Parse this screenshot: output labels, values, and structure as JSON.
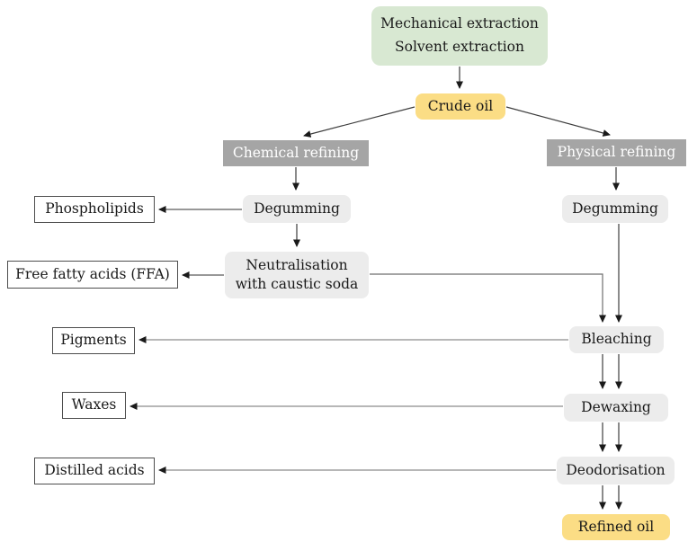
{
  "diagram": {
    "type": "flowchart",
    "subject": "Edible oil extraction and refining process",
    "nodes": {
      "extraction": {
        "line1": "Mechanical extraction",
        "line2": "Solvent extraction"
      },
      "crude_oil": {
        "label": "Crude oil"
      },
      "chemical_refining": {
        "label": "Chemical refining"
      },
      "physical_refining": {
        "label": "Physical refining"
      },
      "degumming_chemical": {
        "label": "Degumming"
      },
      "degumming_physical": {
        "label": "Degumming"
      },
      "neutralisation": {
        "line1": "Neutralisation",
        "line2": "with caustic soda"
      },
      "bleaching": {
        "label": "Bleaching"
      },
      "dewaxing": {
        "label": "Dewaxing"
      },
      "deodorisation": {
        "label": "Deodorisation"
      },
      "refined_oil": {
        "label": "Refined oil"
      },
      "phospholipids": {
        "label": "Phospholipids"
      },
      "free_fatty_acids": {
        "label": "Free fatty acids (FFA)"
      },
      "pigments": {
        "label": "Pigments"
      },
      "waxes": {
        "label": "Waxes"
      },
      "distilled_acids": {
        "label": "Distilled acids"
      }
    },
    "edges": [
      {
        "from": "extraction",
        "to": "crude_oil"
      },
      {
        "from": "crude_oil",
        "to": "chemical_refining"
      },
      {
        "from": "crude_oil",
        "to": "physical_refining"
      },
      {
        "from": "chemical_refining",
        "to": "degumming_chemical"
      },
      {
        "from": "degumming_chemical",
        "to": "phospholipids"
      },
      {
        "from": "degumming_chemical",
        "to": "neutralisation"
      },
      {
        "from": "neutralisation",
        "to": "free_fatty_acids"
      },
      {
        "from": "neutralisation",
        "to": "bleaching"
      },
      {
        "from": "physical_refining",
        "to": "degumming_physical"
      },
      {
        "from": "degumming_physical",
        "to": "bleaching"
      },
      {
        "from": "bleaching",
        "to": "pigments"
      },
      {
        "from": "bleaching",
        "to": "dewaxing",
        "note": "double line"
      },
      {
        "from": "dewaxing",
        "to": "waxes"
      },
      {
        "from": "dewaxing",
        "to": "deodorisation",
        "note": "double line"
      },
      {
        "from": "deodorisation",
        "to": "distilled_acids"
      },
      {
        "from": "deodorisation",
        "to": "refined_oil",
        "note": "double line"
      }
    ],
    "colors": {
      "extraction_bg": "#D8E8D2",
      "oil_bg": "#FBDD85",
      "header_bg": "#A5A5A5",
      "header_text": "#FFFFFF",
      "process_bg": "#ECECEC",
      "output_border": "#4D4D4D",
      "edge_dark": "#3D3D3D",
      "edge_mid": "#6E6E6E",
      "edge_light": "#8C8C8C",
      "arrow_fill": "#1A1A1A"
    }
  }
}
